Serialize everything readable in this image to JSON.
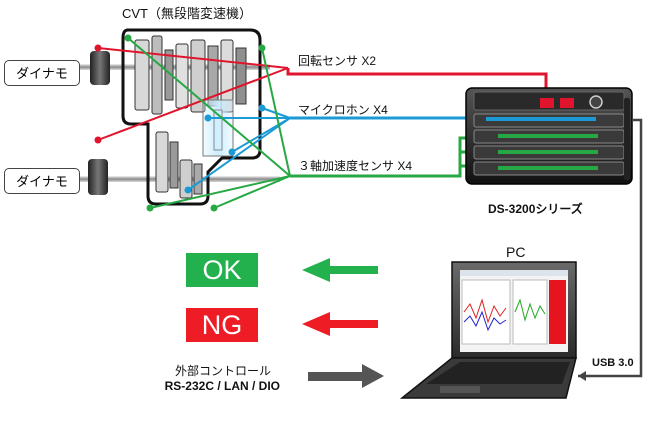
{
  "cvt": {
    "title": "CVT（無段階変速機）"
  },
  "dynamos": [
    {
      "label": "ダイナモ"
    },
    {
      "label": "ダイナモ"
    }
  ],
  "sensors": {
    "rotation": "回転センサ X2",
    "microphone": "マイクロホン X4",
    "accel": "３軸加速度センサ X4"
  },
  "device": {
    "name": "DS-3200シリーズ"
  },
  "pc": {
    "label": "PC"
  },
  "usb": {
    "label": "USB 3.0"
  },
  "results": {
    "ok": "OK",
    "ng": "NG"
  },
  "external": {
    "line1": "外部コントロール",
    "line2": "RS-232C / LAN / DIO"
  },
  "colors": {
    "rotation": "#e0142c",
    "microphone": "#1b9ad6",
    "accel": "#27a844",
    "ok_bg": "#22b14c",
    "ng_bg": "#ee1c25",
    "usb": "#444444",
    "external_arrow": "#555555"
  }
}
